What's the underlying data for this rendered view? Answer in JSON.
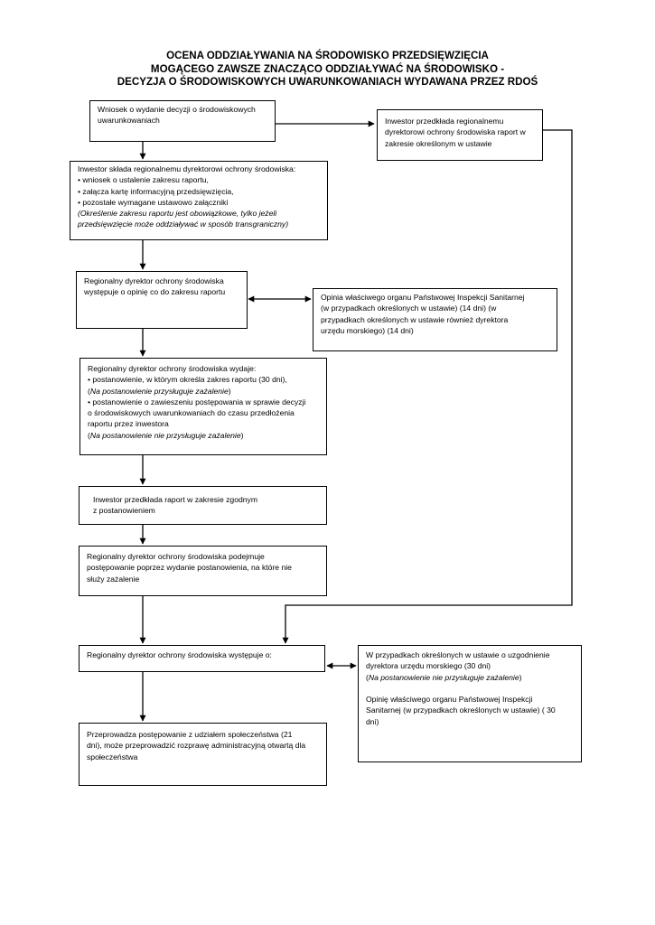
{
  "title": {
    "line1": "OCENA ODDZIAŁYWANIA NA ŚRODOWISKO PRZEDSIĘWZIĘCIA",
    "line2": "MOGĄCEGO ZAWSZE ZNACZĄCO ODDZIAŁYWAĆ NA ŚRODOWISKO -",
    "line3": "DECYZJA O ŚRODOWISKOWYCH UWARUNKOWANIACH WYDAWANA PRZEZ RDOŚ"
  },
  "boxes": {
    "wniosek": {
      "l1": "Wniosek o wydanie decyzji o środowiskowych",
      "l2": "uwarunkowaniach"
    },
    "inwestor_raport_top": {
      "l1": "Inwestor przedkłada regionalnemu",
      "l2": "dyrektorowi ochrony środowiska raport w",
      "l3": "zakresie określonym w ustawie"
    },
    "inwestor_sklada": {
      "l1": "Inwestor składa regionalnemu dyrektorowi ochrony środowiska:",
      "l2": "• wniosek o ustalenie zakresu raportu,",
      "l3": "• załącza kartę informacyjną przedsięwzięcia,",
      "l4": "• pozostałe wymagane ustawowo załączniki",
      "l5": "(Określenie zakresu raportu jest obowiązkowe, tylko jeżeli",
      "l6": "przedsięwzięcie może oddziaływać w sposób transgraniczny)"
    },
    "rdos_opinia": {
      "l1": "Regionalny dyrektor ochrony środowiska",
      "l2": "występuje o opinię co do zakresu raportu"
    },
    "opinia_pis": {
      "l1": "Opinia właściwego organu Państwowej Inspekcji Sanitarnej",
      "l2": "(w przypadkach określonych w ustawie) (14 dni) (w",
      "l3": "przypadkach określonych w ustawie również dyrektora",
      "l4": "urzędu morskiego) (14 dni)"
    },
    "rdos_wydaje": {
      "l1": "Regionalny dyrektor ochrony środowiska wydaje:",
      "l2": "• postanowienie, w którym określa zakres raportu (30 dni),",
      "l3a": "(",
      "l3b": "Na postanowienie przysługuje zażalenie",
      "l3c": ")",
      "l4": "• postanowienie o zawieszeniu postępowania w sprawie decyzji",
      "l5": "o środowiskowych uwarunkowaniach do czasu przedłożenia",
      "l6": "raportu przez inwestora",
      "l7a": "(",
      "l7b": "Na postanowienie nie przysługuje zażalenie",
      "l7c": ")"
    },
    "inwestor_raport_mid": {
      "l1": "Inwestor przedkłada raport w zakresie zgodnym",
      "l2": "z postanowieniem"
    },
    "rdos_podejmuje": {
      "l1": "Regionalny dyrektor ochrony środowiska podejmuje",
      "l2": "postępowanie poprzez wydanie postanowienia, na które nie",
      "l3": "służy zażalenie"
    },
    "rdos_wystepuje": {
      "l1": "Regionalny dyrektor ochrony środowiska występuje o:"
    },
    "uzgodnienie": {
      "l1": "W przypadkach określonych w ustawie o uzgodnienie",
      "l2": "dyrektora urzędu morskiego (30 dni)",
      "l3a": "(",
      "l3b": "Na postanowienie nie przysługuje zażalenie",
      "l3c": ")",
      "l5": "Opinię właściwego organu Państwowej Inspekcji",
      "l6": "Sanitarnej (w przypadkach określonych w ustawie) ( 30",
      "l7": "dni)"
    },
    "przeprowadza": {
      "l1": "Przeprowadza postępowanie z udziałem społeczeństwa (21",
      "l2": "dni), może przeprowadzić rozprawę administracyjną otwartą dla",
      "l3": "społeczeństwa"
    }
  }
}
